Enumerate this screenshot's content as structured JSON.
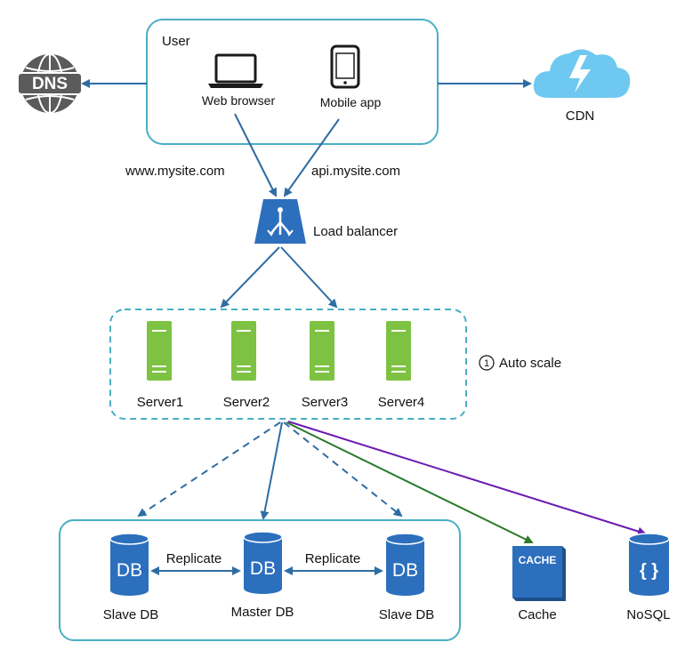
{
  "user_box": {
    "title": "User",
    "web_browser": "Web browser",
    "mobile_app": "Mobile app"
  },
  "dns": {
    "text": "DNS"
  },
  "cdn": {
    "label": "CDN"
  },
  "routes": {
    "web": "www.mysite.com",
    "api": "api.mysite.com"
  },
  "load_balancer": {
    "label": "Load balancer"
  },
  "servers": [
    "Server1",
    "Server2",
    "Server3",
    "Server4"
  ],
  "auto_scale": {
    "number": "1",
    "label": "Auto scale"
  },
  "databases": {
    "slave_left": "Slave DB",
    "master": "Master DB",
    "slave_right": "Slave DB",
    "db_icon_text": "DB",
    "replicate_left": "Replicate",
    "replicate_right": "Replicate"
  },
  "cache": {
    "label": "Cache",
    "icon_text": "CACHE"
  },
  "nosql": {
    "label": "NoSQL",
    "icon_text": "{ }"
  },
  "colors": {
    "stroke_blue": "#2e6da4",
    "box_border": "#4aaec4",
    "server_green": "#7dc242",
    "db_blue": "#2c6fbd",
    "cdn_blue": "#6fc8f0",
    "cache_arrow": "#2b7a2b",
    "nosql_arrow": "#6a1bb0"
  }
}
